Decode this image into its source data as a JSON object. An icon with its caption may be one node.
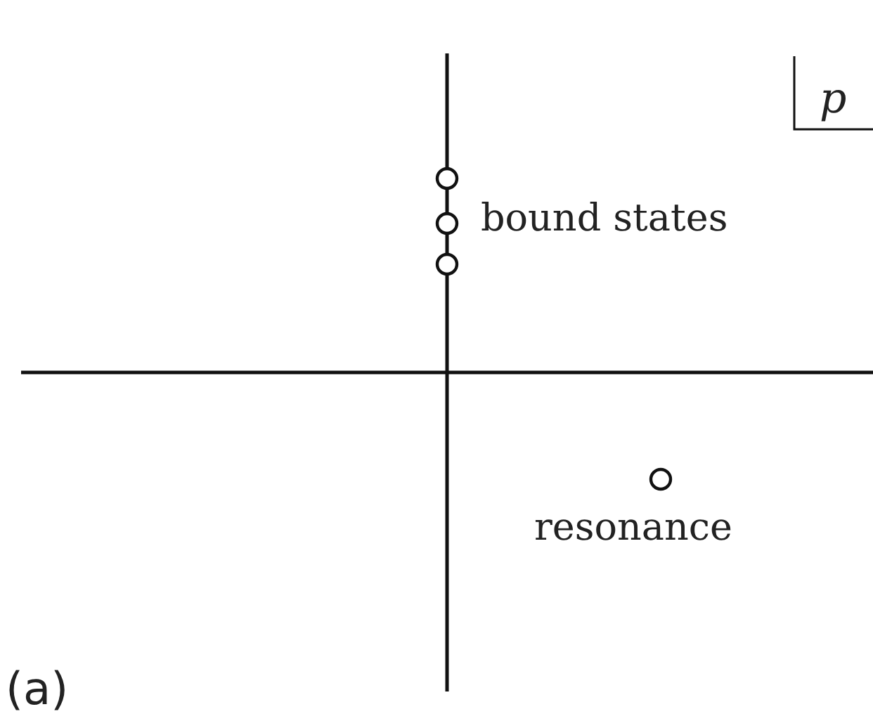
{
  "diagram": {
    "labels": [
      "p",
      "bound states",
      "resonance",
      "(a)"
    ]
  }
}
